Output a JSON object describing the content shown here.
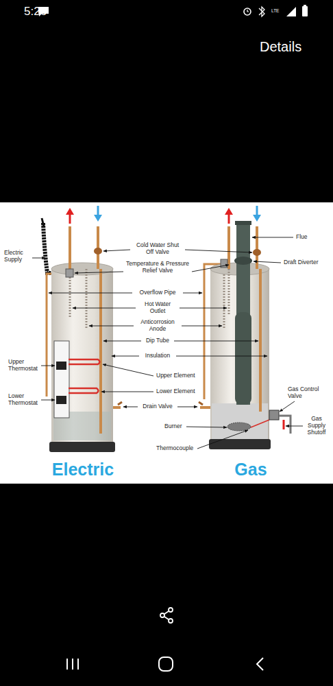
{
  "diagram": {
    "labels": [
      "5:26",
      "LTE",
      "Details",
      "Electric Supply",
      "Cold Water Shut Off Valve",
      "Flue",
      "Temperature & Pressure Relief Valve",
      "Draft Diverter",
      "Overflow Pipe",
      "Hot Water Outlet",
      "Anticorrosion Anode",
      "Dip Tube",
      "Insulation",
      "Upper Thermostat",
      "Upper Element",
      "Lower Element",
      "Gas Control Valve",
      "Lower Thermostat",
      "Drain Valve",
      "Gas Supply Shutoff",
      "Burner",
      "Thermocouple",
      "Electric",
      "Gas"
    ]
  }
}
